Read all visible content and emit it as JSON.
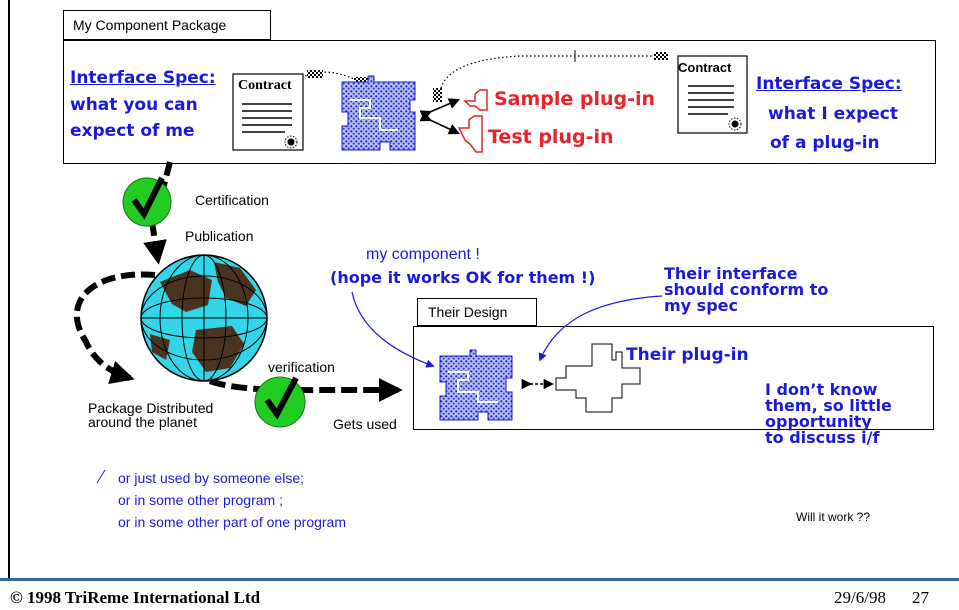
{
  "package_box": {
    "title": "My Component Package"
  },
  "left_spec": {
    "heading": "Interface Spec:",
    "line1": "what you can",
    "line2": "expect of me"
  },
  "left_contract": {
    "label": "Contract"
  },
  "right_contract": {
    "label": "Contract"
  },
  "plugins": {
    "sample": "Sample plug-in",
    "test": "Test plug-in"
  },
  "right_spec": {
    "heading": "Interface Spec:",
    "line1": "what I expect",
    "line2": "of a plug-in"
  },
  "flow": {
    "certification": "Certification",
    "publication": "Publication",
    "verification": "verification",
    "distributed_line1": "Package Distributed",
    "distributed_line2": "around the planet",
    "gets_used": "Gets used"
  },
  "notes": {
    "my_component": "my component !",
    "hope": "(hope it works OK for them !)",
    "conform_line1": "Their interface",
    "conform_line2": "should conform to",
    "conform_line3": "my spec",
    "alt_line1": "or just used by someone else;",
    "alt_line2": "or in some other program ;",
    "alt_line3": "or in some other part of one program",
    "dont_know_line1": "I don’t know",
    "dont_know_line2": "them, so little",
    "dont_know_line3": "opportunity",
    "dont_know_line4": "to discuss i/f",
    "will_it_work": "Will it work ??"
  },
  "their_design": {
    "title": "Their Design",
    "plugin": "Their plug-in"
  },
  "footer": {
    "copyright": "© 1998 TriReme International Ltd",
    "date": "29/6/98",
    "page": "27"
  },
  "colors": {
    "blue_text": "#1a1adc",
    "red_text": "#e8232a",
    "check_green": "#22cc22",
    "globe_cyan": "#33d6e8",
    "globe_land": "#4a3420",
    "footer_bar": "#3b63a8"
  }
}
